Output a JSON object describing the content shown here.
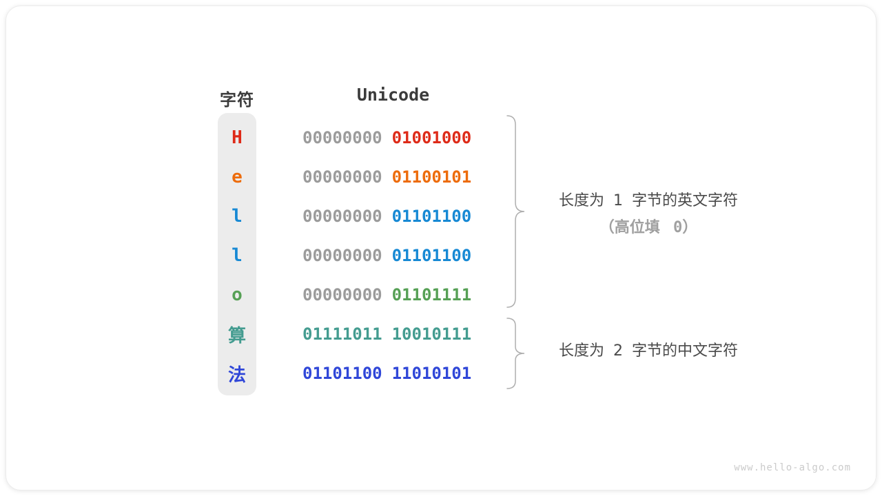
{
  "table": {
    "headers": {
      "char": "字符",
      "unicode": "Unicode"
    },
    "rows": [
      {
        "char": "H",
        "char_color": "#de2a18",
        "byte1": "00000000",
        "byte1_color": "#9b9b9b",
        "byte2": "01001000",
        "byte2_color": "#de2a18"
      },
      {
        "char": "e",
        "char_color": "#ed6c0c",
        "byte1": "00000000",
        "byte1_color": "#9b9b9b",
        "byte2": "01100101",
        "byte2_color": "#ed6c0c"
      },
      {
        "char": "l",
        "char_color": "#1789d4",
        "byte1": "00000000",
        "byte1_color": "#9b9b9b",
        "byte2": "01101100",
        "byte2_color": "#1789d4"
      },
      {
        "char": "l",
        "char_color": "#1789d4",
        "byte1": "00000000",
        "byte1_color": "#9b9b9b",
        "byte2": "01101100",
        "byte2_color": "#1789d4"
      },
      {
        "char": "o",
        "char_color": "#56a055",
        "byte1": "00000000",
        "byte1_color": "#9b9b9b",
        "byte2": "01101111",
        "byte2_color": "#56a055"
      },
      {
        "char": "算",
        "char_color": "#449c90",
        "byte1": "01111011",
        "byte1_color": "#449c90",
        "byte2": "10010111",
        "byte2_color": "#449c90"
      },
      {
        "char": "法",
        "char_color": "#3047d8",
        "byte1": "01101100",
        "byte1_color": "#3047d8",
        "byte2": "11010101",
        "byte2_color": "#3047d8"
      }
    ]
  },
  "annotations": {
    "group1": {
      "line1": "长度为 1 字节的英文字符",
      "line2": "（高位填 0）"
    },
    "group2": {
      "line1": "长度为 2 字节的中文字符"
    }
  },
  "watermark": "www.hello-algo.com",
  "colors": {
    "strip_background": "#ececec",
    "gray_byte": "#9b9b9b",
    "brace": "#aeaeae",
    "header_text": "#3b3b3b",
    "label_text": "#4a4a4a",
    "label_muted": "#a0a0a0"
  }
}
